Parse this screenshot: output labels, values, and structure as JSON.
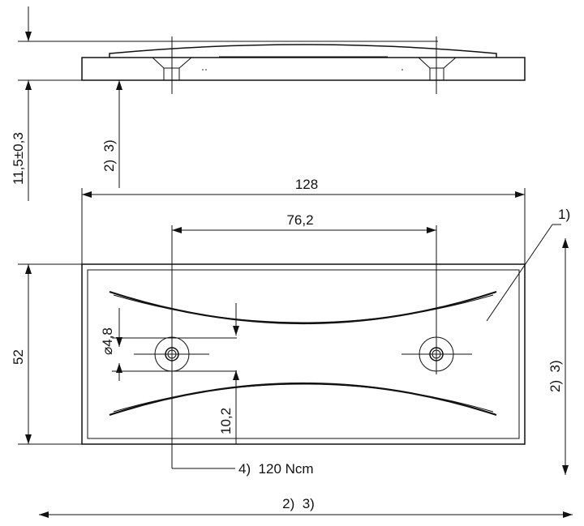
{
  "dimensions": {
    "height_tol": "11,5±0,3",
    "side_note": "2)  3)",
    "overall_length": "128",
    "hole_spacing": "76,2",
    "width": "52",
    "hole_diameter": "⌀4,8",
    "slot_width": "10,2",
    "right_note": "2)  3)",
    "bottom_note": "2)  3)"
  },
  "callouts": {
    "part_ref": "1)",
    "torque": "4)  120 Ncm"
  },
  "colors": {
    "line": "#111111",
    "background": "#ffffff"
  }
}
